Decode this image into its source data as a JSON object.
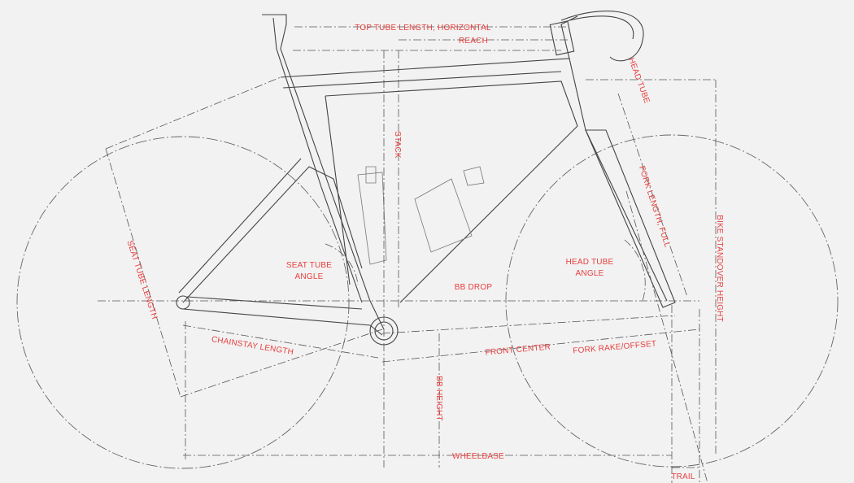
{
  "diagram": {
    "title": "Bike geometry",
    "colors": {
      "label": "#e8403f",
      "background": "#f2f2f2",
      "lines": "#444444"
    },
    "labels": {
      "top_tube": "TOP TUBE LENGTH, HORIZONTAL",
      "reach": "REACH",
      "head_tube": "HEAD TUBE",
      "stack": "STACK",
      "fork_length": "FORK LENGTH, FULL",
      "standover": "BIKE STANDOVER HEIGHT",
      "seat_tube_length": "SEAT TUBE LENGTH",
      "seat_tube_angle_1": "SEAT TUBE",
      "seat_tube_angle_2": "ANGLE",
      "head_tube_angle_1": "HEAD TUBE",
      "head_tube_angle_2": "ANGLE",
      "bb_drop": "BB DROP",
      "chainstay": "CHAINSTAY LENGTH",
      "front_center": "FRONT CENTER",
      "fork_rake": "FORK RAKE/OFFSET",
      "bb_height": "BB HEIGHT",
      "wheelbase": "WHEELBASE",
      "trail": "TRAIL"
    }
  }
}
